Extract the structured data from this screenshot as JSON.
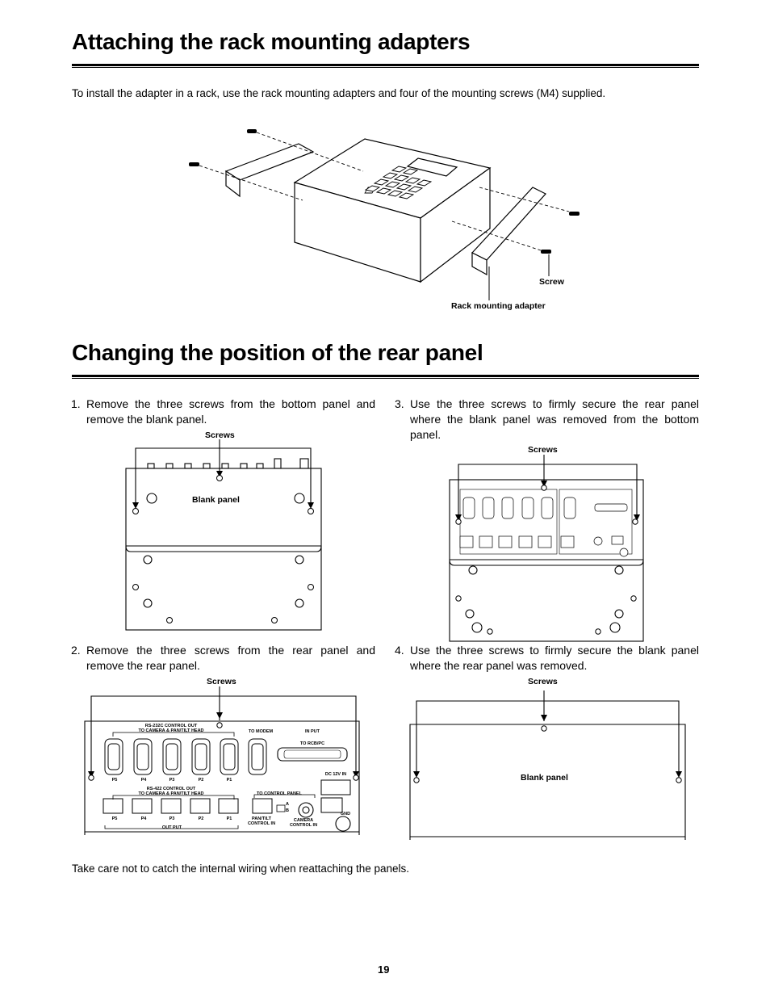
{
  "section1": {
    "title": "Attaching the rack mounting adapters",
    "intro": "To install the adapter in a rack, use the rack mounting adapters and four of the mounting screws (M4) supplied.",
    "label_screw": "Screw",
    "label_adapter": "Rack mounting adapter"
  },
  "section2": {
    "title": "Changing the position of the rear panel",
    "steps": [
      {
        "num": "1.",
        "text": "Remove the three screws from the bottom panel and remove the blank panel."
      },
      {
        "num": "2.",
        "text": "Remove the three screws from the rear panel and remove the rear panel."
      },
      {
        "num": "3.",
        "text": "Use the three screws to firmly secure the rear panel where the blank panel was removed from the bottom panel."
      },
      {
        "num": "4.",
        "text": "Use the three screws to firmly secure the blank panel where the rear panel was removed."
      }
    ],
    "label_screws": "Screws",
    "label_blank_panel": "Blank panel",
    "note": "Take care not to catch the internal wiring when reattaching the panels."
  },
  "rear_panel": {
    "rs232_line1": "RS-232C CONTROL OUT",
    "rs232_line2": "TO CAMERA & PAN/TILT HEAD",
    "rs422_line1": "RS-422 CONTROL OUT",
    "rs422_line2": "TO CAMERA & PAN/TILT HEAD",
    "to_modem": "TO MODEM",
    "in_put": "IN PUT",
    "to_rcb": "TO RCB/PC",
    "dc_in": "DC 12V IN",
    "to_control_panel": "TO CONTROL PANEL",
    "pan_tilt_1": "PAN/TILT",
    "pan_tilt_2": "CONTROL IN",
    "camera_1": "CAMERA",
    "camera_2": "CONTROL IN",
    "gnd": "GND",
    "out_put": "OUT PUT",
    "switch_a": "A",
    "switch_b": "B",
    "ports": [
      "P5",
      "P4",
      "P3",
      "P2",
      "P1"
    ]
  },
  "page_number": "19"
}
